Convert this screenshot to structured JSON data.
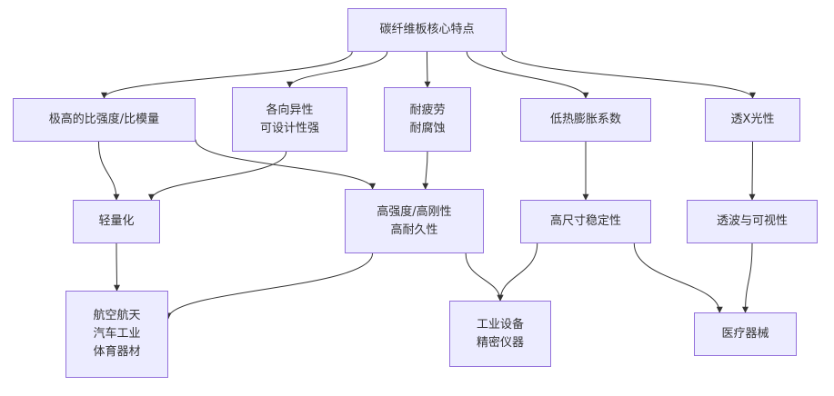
{
  "colors": {
    "node_fill": "#ececff",
    "node_border": "#9370db",
    "edge": "#333333",
    "text": "#333333"
  },
  "nodes": {
    "root": "碳纤维板核心特点",
    "strength": "极高的比强度/比模量",
    "design": "各向异性\n可设计性强",
    "fatigue": "耐疲劳\n耐腐蚀",
    "thermal": "低热膨胀系数",
    "xray": "透X光性",
    "light": "轻量化",
    "durable": "高强度/高刚性\n高耐久性",
    "stable": "高尺寸稳定性",
    "visible": "透波与可视性",
    "aero": "航空航天\n汽车工业\n体育器材",
    "industrial": "工业设备\n精密仪器",
    "medical": "医疗器械"
  },
  "edges": [
    [
      "root",
      "strength"
    ],
    [
      "root",
      "design"
    ],
    [
      "root",
      "fatigue"
    ],
    [
      "root",
      "thermal"
    ],
    [
      "root",
      "xray"
    ],
    [
      "strength",
      "light"
    ],
    [
      "strength",
      "durable"
    ],
    [
      "design",
      "light"
    ],
    [
      "fatigue",
      "durable"
    ],
    [
      "thermal",
      "stable"
    ],
    [
      "xray",
      "visible"
    ],
    [
      "light",
      "aero"
    ],
    [
      "durable",
      "aero"
    ],
    [
      "durable",
      "industrial"
    ],
    [
      "stable",
      "industrial"
    ],
    [
      "stable",
      "medical"
    ],
    [
      "visible",
      "medical"
    ]
  ]
}
